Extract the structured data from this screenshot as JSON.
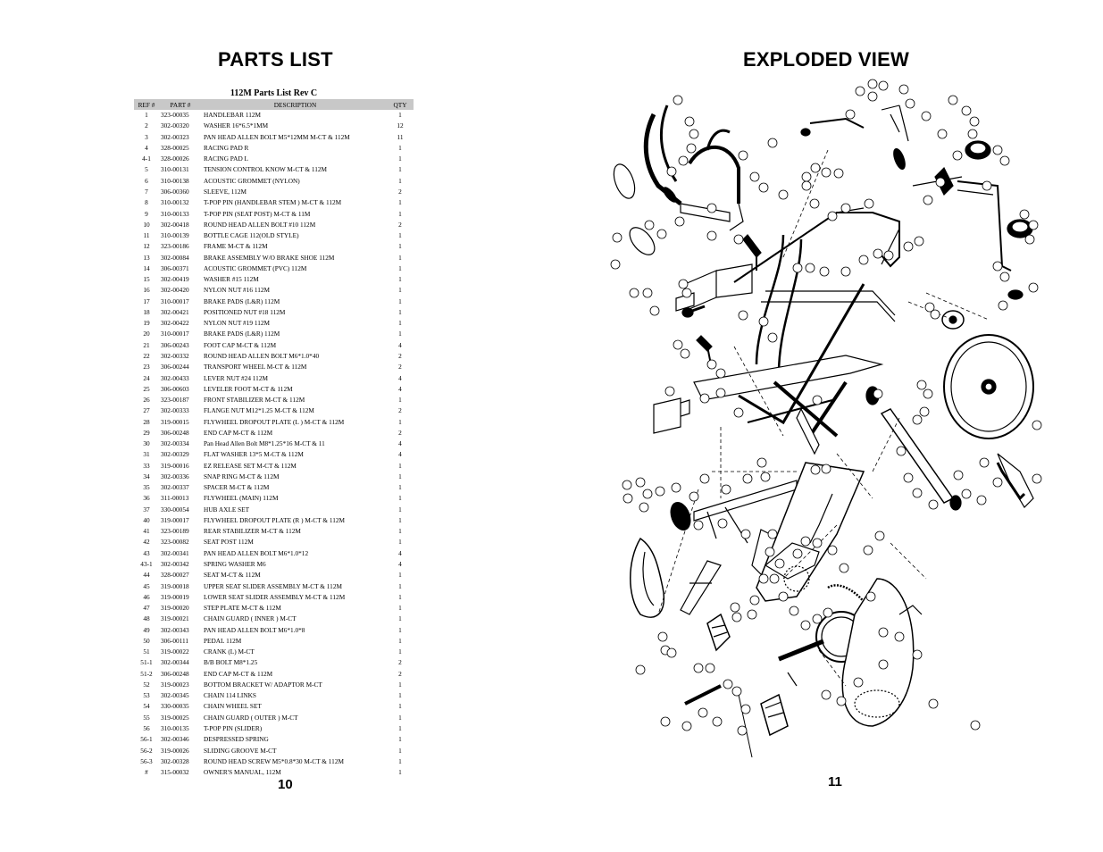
{
  "left_page": {
    "heading": "PARTS LIST",
    "table_title": "112M Parts List Rev C",
    "columns": [
      "REF #",
      "PART #",
      "DESCRIPTION",
      "QTY"
    ],
    "rows": [
      [
        "1",
        "323-00035",
        "HANDLEBAR 112M",
        "1"
      ],
      [
        "2",
        "302-00320",
        "WASHER 16*6.5*1MM",
        "12"
      ],
      [
        "3",
        "302-00323",
        "PAN HEAD ALLEN BOLT M5*12MM M-CT & 112M",
        "11"
      ],
      [
        "4",
        "328-00025",
        "RACING PAD R",
        "1"
      ],
      [
        "4-1",
        "328-00026",
        "RACING PAD L",
        "1"
      ],
      [
        "5",
        "310-00131",
        "TENSION CONTROL KNOW M-CT & 112M",
        "1"
      ],
      [
        "6",
        "310-00138",
        "ACOUSTIC GROMMET (NYLON)",
        "1"
      ],
      [
        "7",
        "306-00360",
        "SLEEVE, 112M",
        "2"
      ],
      [
        "8",
        "310-00132",
        "T-POP PIN (HANDLEBAR STEM ) M-CT & 112M",
        "1"
      ],
      [
        "9",
        "310-00133",
        "T-POP PIN (SEAT POST) M-CT & 11M",
        "1"
      ],
      [
        "10",
        "302-00418",
        "ROUND HEAD ALLEN BOLT  #10 112M",
        "2"
      ],
      [
        "11",
        "310-00139",
        "BOTTLE CAGE 112(OLD STYLE)",
        "1"
      ],
      [
        "12",
        "323-00186",
        "FRAME M-CT & 112M",
        "1"
      ],
      [
        "13",
        "302-00084",
        "BRAKE ASSEMBLY W/O BRAKE SHOE 112M",
        "1"
      ],
      [
        "14",
        "306-00371",
        "ACOUSTIC GROMMET (PVC) 112M",
        "1"
      ],
      [
        "15",
        "302-00419",
        "WASHER  #15 112M",
        "1"
      ],
      [
        "16",
        "302-00420",
        "NYLON NUT #16 112M",
        "1"
      ],
      [
        "17",
        "310-00017",
        "BRAKE PADS (L&R) 112M",
        "1"
      ],
      [
        "18",
        "302-00421",
        "POSITIONED NUT #18 112M",
        "1"
      ],
      [
        "19",
        "302-00422",
        "NYLON NUT #19 112M",
        "1"
      ],
      [
        "20",
        "310-00017",
        "BRAKE PADS (L&R) 112M",
        "1"
      ],
      [
        "21",
        "306-00243",
        "FOOT CAP M-CT & 112M",
        "4"
      ],
      [
        "22",
        "302-00332",
        "ROUND HEAD ALLEN BOLT M6*1.0*40",
        "2"
      ],
      [
        "23",
        "306-00244",
        "TRANSPORT WHEEL M-CT & 112M",
        "2"
      ],
      [
        "24",
        "302-00433",
        "LEVER NUT #24 112M",
        "4"
      ],
      [
        "25",
        "306-00603",
        "LEVELER FOOT M-CT & 112M",
        "4"
      ],
      [
        "26",
        "323-00187",
        "FRONT STABILIZER M-CT & 112M",
        "1"
      ],
      [
        "27",
        "302-00333",
        "FLANGE NUT M12*1.25 M-CT & 112M",
        "2"
      ],
      [
        "28",
        "319-00015",
        "FLYWHEEL DROPOUT PLATE (L ) M-CT & 112M",
        "1"
      ],
      [
        "29",
        "306-00248",
        "END CAP M-CT & 112M",
        "2"
      ],
      [
        "30",
        "302-00334",
        "Pan Head Allen Bolt M8*1.25*16 M-CT & 11",
        "4"
      ],
      [
        "31",
        "302-00329",
        "FLAT WASHER 13*5 M-CT & 112M",
        "4"
      ],
      [
        "33",
        "319-00016",
        "EZ RELEASE SET  M-CT & 112M",
        "1"
      ],
      [
        "34",
        "302-00336",
        "SNAP RING  M-CT & 112M",
        "1"
      ],
      [
        "35",
        "302-00337",
        "SPACER  M-CT & 112M",
        "1"
      ],
      [
        "36",
        "311-00013",
        "FLYWHEEL (MAIN) 112M",
        "1"
      ],
      [
        "37",
        "330-00054",
        "HUB AXLE SET",
        "1"
      ],
      [
        "40",
        "319-00017",
        "FLYWHEEL DROPOUT PLATE (R ) M-CT & 112M",
        "1"
      ],
      [
        "41",
        "323-00189",
        "REAR STABILIZER M-CT & 112M",
        "1"
      ],
      [
        "42",
        "323-00082",
        "SEAT POST 112M",
        "1"
      ],
      [
        "43",
        "302-00341",
        "PAN HEAD ALLEN BOLT M6*1.0*12",
        "4"
      ],
      [
        "43-1",
        "302-00342",
        "SPRING WASHER M6",
        "4"
      ],
      [
        "44",
        "328-00027",
        "SEAT M-CT & 112M",
        "1"
      ],
      [
        "45",
        "319-00018",
        "UPPER SEAT SLIDER ASSEMBLY M-CT & 112M",
        "1"
      ],
      [
        "46",
        "319-00019",
        "LOWER SEAT SLIDER ASSEMBLY M-CT & 112M",
        "1"
      ],
      [
        "47",
        "319-00020",
        "STEP PLATE M-CT & 112M",
        "1"
      ],
      [
        "48",
        "319-00021",
        "CHAIN GUARD ( INNER ) M-CT",
        "1"
      ],
      [
        "49",
        "302-00343",
        "PAN HEAD ALLEN BOLT M6*1.0*8",
        "1"
      ],
      [
        "50",
        "306-00111",
        "PEDAL 112M",
        "1"
      ],
      [
        "51",
        "319-00022",
        "CRANK (L)  M-CT",
        "1"
      ],
      [
        "51-1",
        "302-00344",
        "B/B BOLT M8*1.25",
        "2"
      ],
      [
        "51-2",
        "306-00248",
        "END CAP M-CT & 112M",
        "2"
      ],
      [
        "52",
        "319-00023",
        "BOTTOM BRACKET W/ ADAPTOR M-CT",
        "1"
      ],
      [
        "53",
        "302-00345",
        "CHAIN 114 LINKS",
        "1"
      ],
      [
        "54",
        "330-00035",
        "CHAIN WHEEL SET",
        "1"
      ],
      [
        "55",
        "319-00025",
        "CHAIN GUARD ( OUTER ) M-CT",
        "1"
      ],
      [
        "56",
        "310-00135",
        "T-POP PIN (SLIDER)",
        "1"
      ],
      [
        "56-1",
        "302-00346",
        "DESPRESSED SPRING",
        "1"
      ],
      [
        "56-2",
        "319-00026",
        "SLIDING GROOVE M-CT",
        "1"
      ],
      [
        "56-3",
        "302-00328",
        "ROUND HEAD SCREW M5*0.8*30 M-CT & 112M",
        "1"
      ],
      [
        "#",
        "315-00032",
        "OWNER'S MANUAL, 112M",
        "1"
      ]
    ],
    "page_number": "10"
  },
  "right_page": {
    "heading": "EXPLODED VIEW",
    "diagram_subject": "exploded-bike-diagram",
    "page_number": "11"
  }
}
